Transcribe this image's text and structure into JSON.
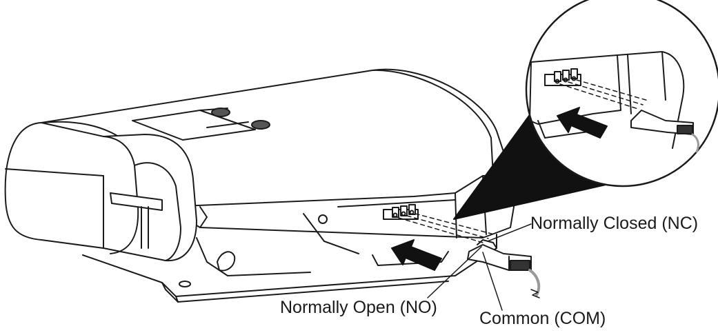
{
  "labels": {
    "normally_closed": "Normally Closed (NC)",
    "normally_open": "Normally Open (NO)",
    "common": "Common (COM)"
  },
  "colors": {
    "line": "#1a1a1a",
    "fill": "#ffffff",
    "arrow": "#111111",
    "cable": "#999999"
  }
}
